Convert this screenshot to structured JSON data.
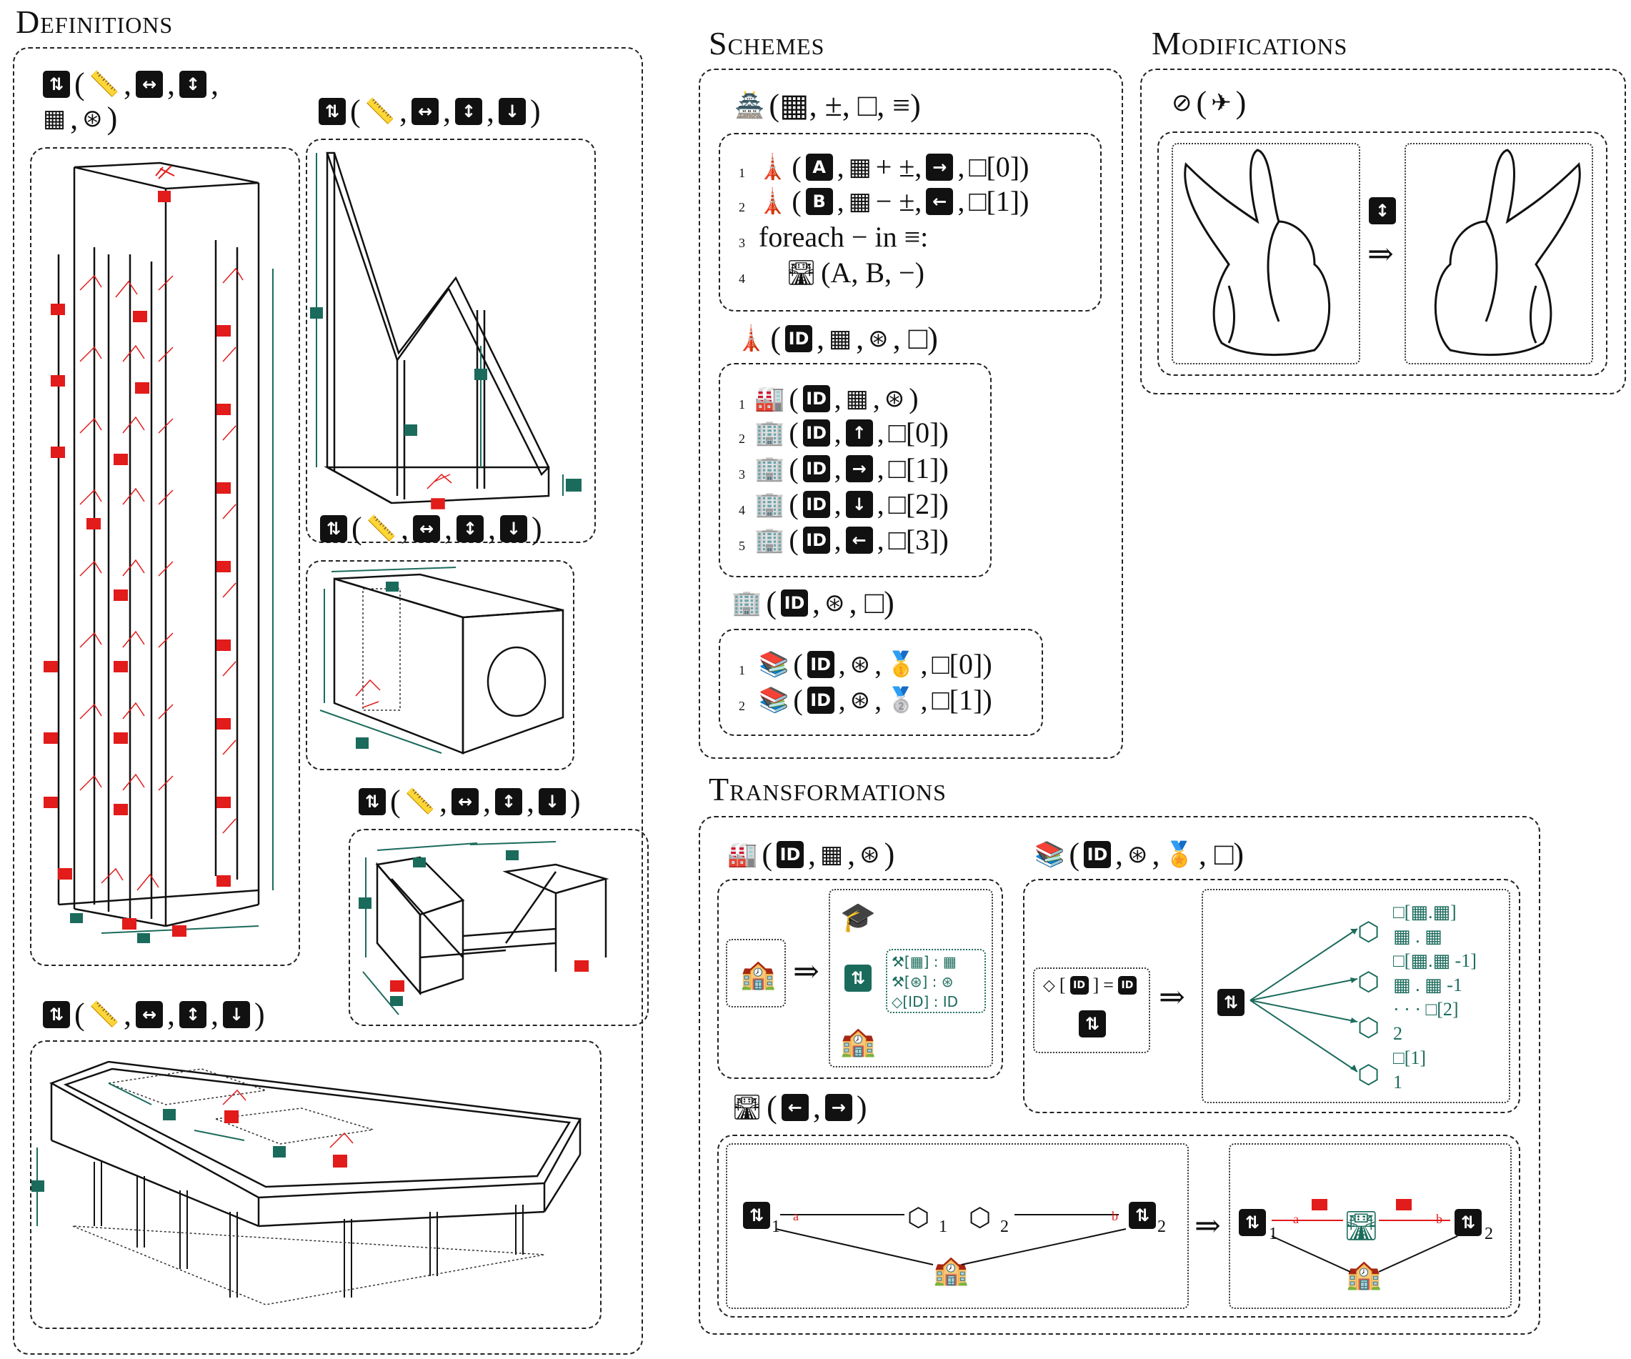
{
  "sections": {
    "definitions": "Definitions",
    "schemes": "Schemes",
    "modifications": "Modifications",
    "transformations": "Transformations"
  },
  "schemes": {
    "top_sig": "(▦, ±, □, ≡)",
    "lines": [
      {
        "n": "1",
        "a": "A",
        "op": "+ ±,",
        "idx": "□[0])"
      },
      {
        "n": "2",
        "a": "B",
        "op": "− ±,",
        "idx": "□[1])"
      },
      {
        "n": "3",
        "text": "foreach − in ≡:"
      },
      {
        "n": "4",
        "args": "(A, B, −)"
      }
    ],
    "tower_sig": ", □)",
    "bldg_lines": [
      {
        "n": "1",
        "idx": ")"
      },
      {
        "n": "2",
        "idx": "□[0])"
      },
      {
        "n": "3",
        "idx": "□[1])"
      },
      {
        "n": "4",
        "idx": "□[2])"
      },
      {
        "n": "5",
        "idx": "□[3])"
      }
    ],
    "office_sig": ", □)",
    "stack_lines": [
      {
        "n": "1",
        "idx": "□[0])"
      },
      {
        "n": "2",
        "idx": "□[1])"
      }
    ]
  },
  "transform": {
    "eq": "=",
    "arrow": "⇒",
    "box_labels": [
      "□[",
      ".",
      "]",
      "□[",
      ".",
      "-1]",
      ". ",
      "-1",
      "□[2]",
      "2",
      "□[1]",
      "1"
    ],
    "ellipsis": "· · ·",
    "sub1": "1",
    "sub2": "2",
    "letter_a": "a",
    "letter_b": "b"
  },
  "modifications": {
    "arrow": "⇒"
  },
  "icons": {
    "elevator": "elevator-icon",
    "ruler": "ruler-icon",
    "horiz": "left-right-arrow-icon",
    "vert": "up-down-arrow-icon",
    "down": "down-arrow-icon",
    "compass": "compass-icon",
    "id": "ID"
  },
  "colors": {
    "accent_green": "#1b6b5c",
    "accent_red": "#e21b1b"
  }
}
